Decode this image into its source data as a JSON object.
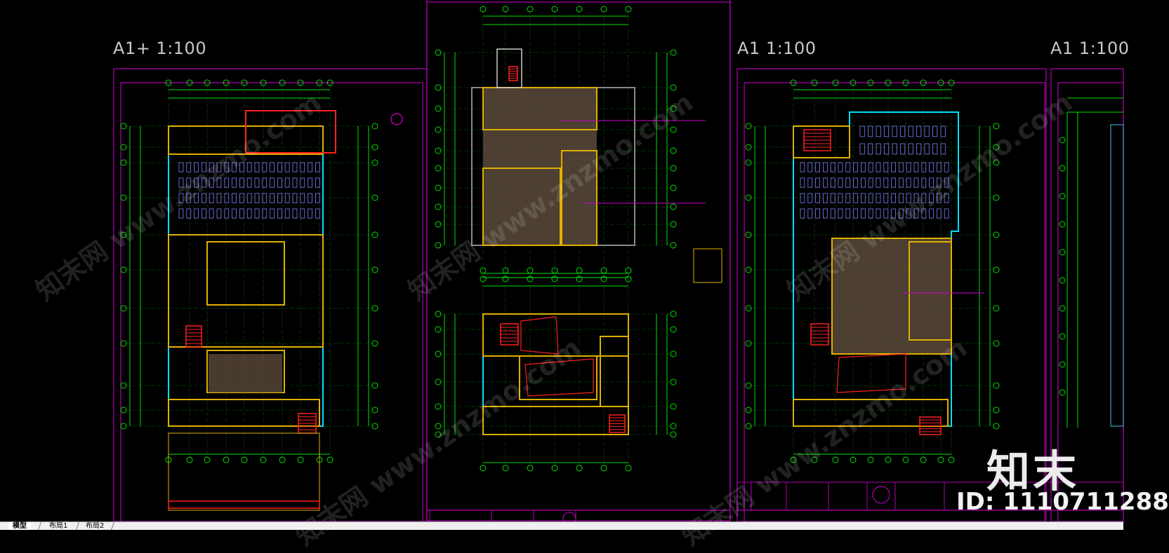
{
  "sheets": {
    "left_scale": "A1+ 1:100",
    "right_scale": "A1 1:100",
    "far_right_scale": "A1 1:100"
  },
  "tabs": [
    {
      "label": "模型",
      "active": true
    },
    {
      "label": "布局1",
      "active": false
    },
    {
      "label": "布局2",
      "active": false
    }
  ],
  "watermark": {
    "brand": "知末",
    "id_text": "ID: 1110711288",
    "site": "www.znzmo.com",
    "site_cn": "知末网"
  },
  "colors": {
    "background": "#000000",
    "frame": "#b000b0",
    "grid": "#00e000",
    "wall": "#e0b000",
    "cyan": "#00e0ff",
    "furniture": "#8080ff",
    "stair": "#ff2020",
    "fill": "#5a4a3a",
    "white": "#ffffff"
  }
}
